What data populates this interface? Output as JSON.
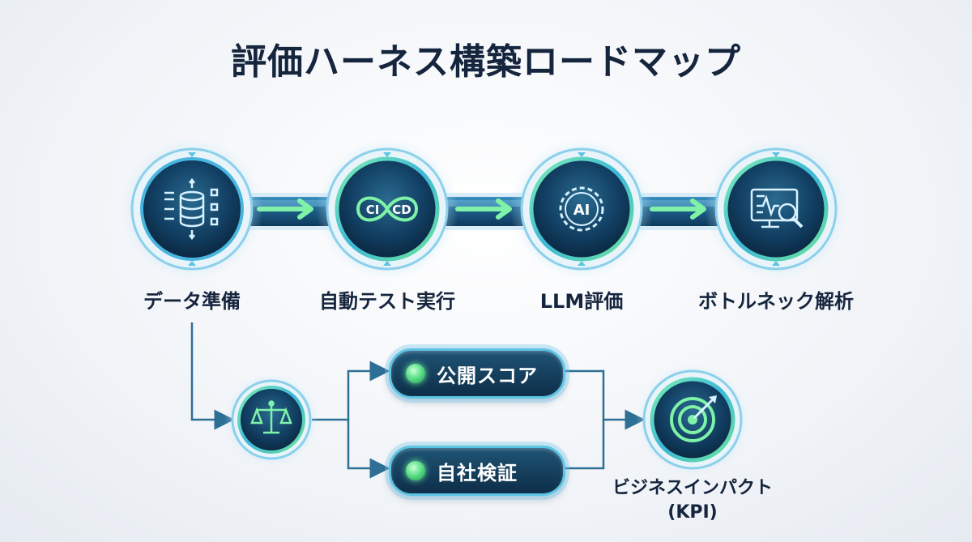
{
  "title": "評価ハーネス構築ロードマップ",
  "steps": [
    {
      "label": "データ準備",
      "icon": "database-icon"
    },
    {
      "label": "自動テスト実行",
      "icon": "ci-cd-icon",
      "icon_text_left": "CI",
      "icon_text_right": "CD"
    },
    {
      "label": "LLM評価",
      "icon": "ai-gear-icon",
      "icon_text": "AI"
    },
    {
      "label": "ボトルネック解析",
      "icon": "monitor-magnifier-icon"
    }
  ],
  "branch": {
    "icon": "balance-scale-icon",
    "options": [
      {
        "label": "公開スコア"
      },
      {
        "label": "自社検証"
      }
    ]
  },
  "outcome": {
    "icon": "target-icon",
    "label_line1": "ビジネスインパクト",
    "label_line2": "(KPI)"
  },
  "colors": {
    "navy": "#0d2e48",
    "cyan": "#5cc4e4",
    "green": "#5fe08a",
    "title": "#15253d"
  }
}
